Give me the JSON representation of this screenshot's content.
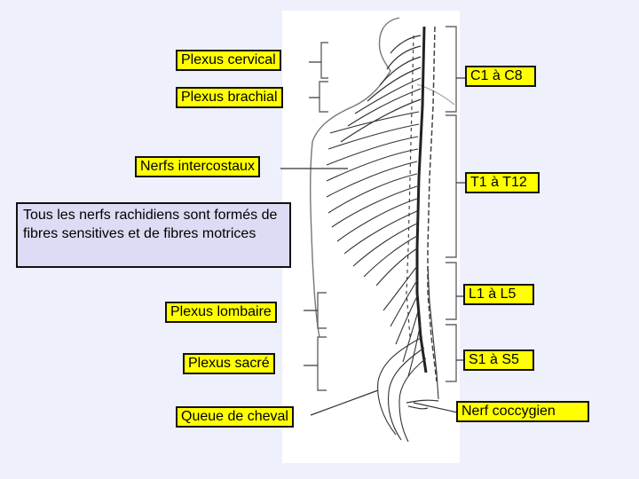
{
  "labels": {
    "plexus_cervical": "Plexus cervical",
    "plexus_brachial": "Plexus brachial",
    "nerfs_intercostaux": "Nerfs intercostaux",
    "plexus_lombaire": "Plexus lombaire",
    "plexus_sacre": "Plexus sacré",
    "queue_de_cheval": "Queue de cheval"
  },
  "note": "Tous les nerfs rachidiens sont formés de fibres sensitives et de fibres motrices",
  "segments": {
    "cervical": "C1 à C8",
    "thoracic": "T1 à T12",
    "lumbar": "L1 à L5",
    "sacral": "S1 à S5",
    "coccygeal": "Nerf coccygien"
  },
  "colors": {
    "background": "#eef0fb",
    "label_fill": "#ffff00",
    "note_fill": "#dcdcf4"
  }
}
